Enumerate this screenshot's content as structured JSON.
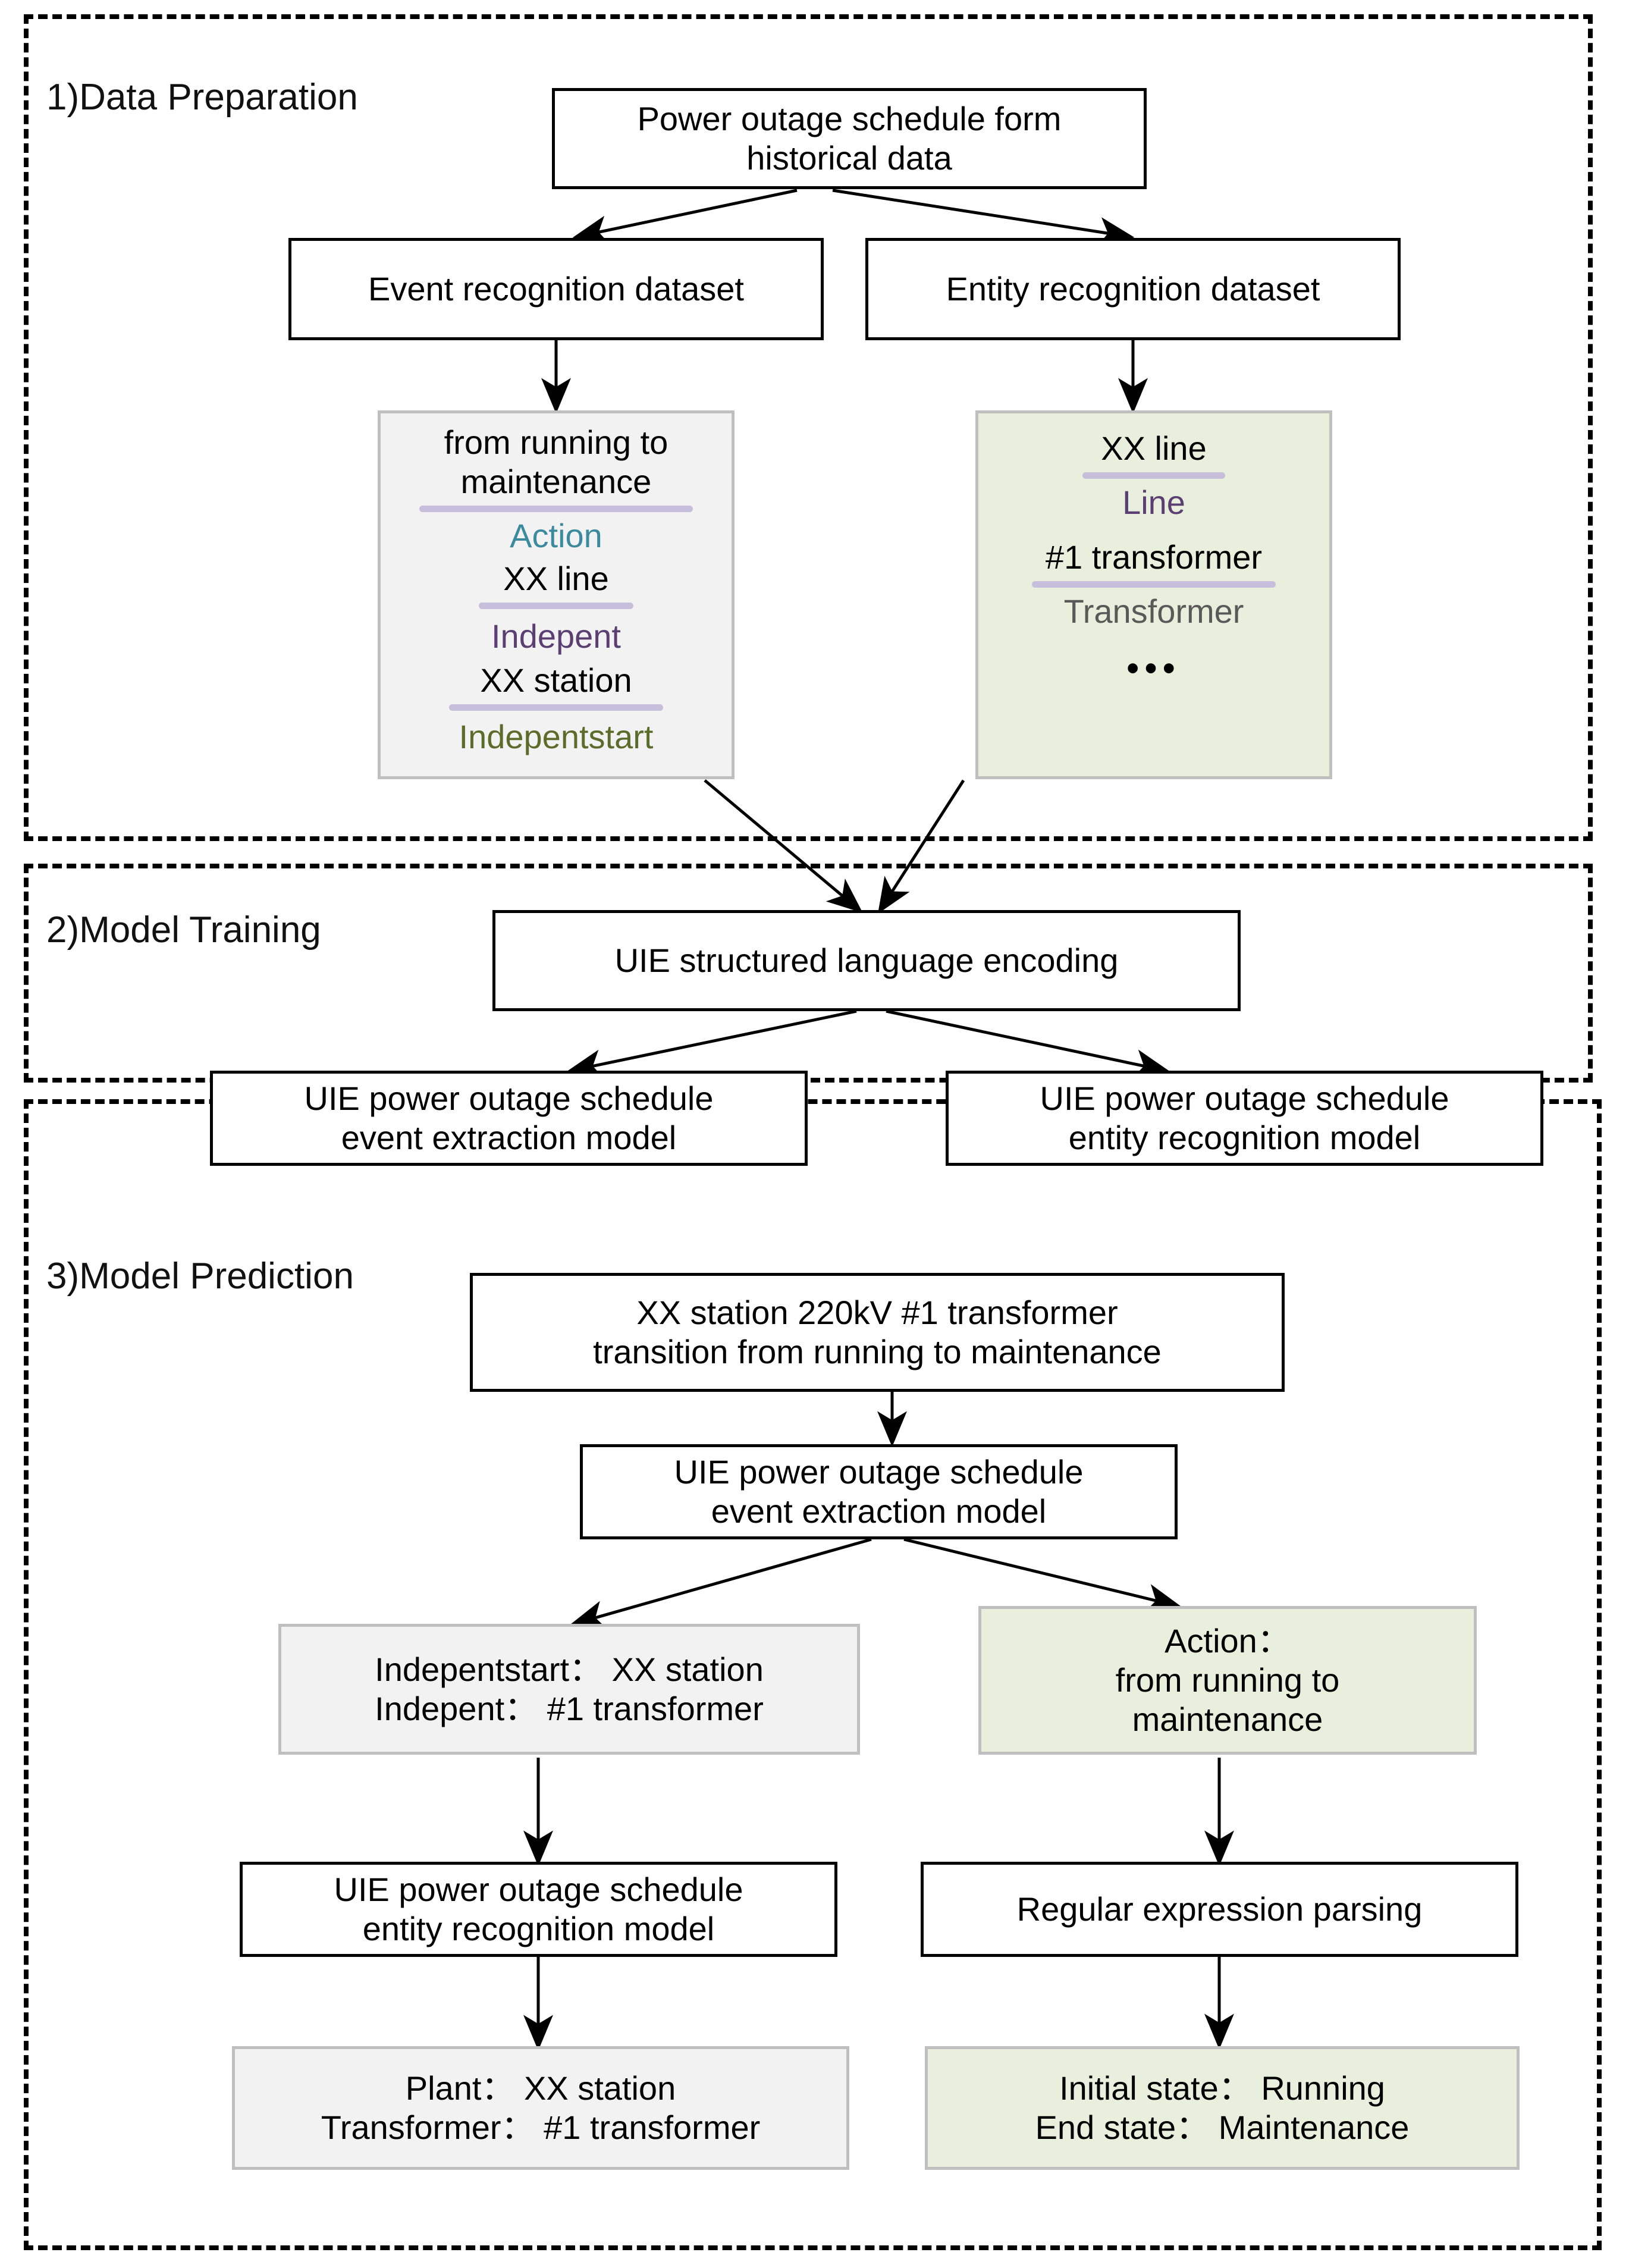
{
  "sections": [
    {
      "id": "data-preparation",
      "label": "1)Data Preparation"
    },
    {
      "id": "model-training",
      "label": "2)Model Training"
    },
    {
      "id": "model-prediction",
      "label": "3)Model Prediction"
    }
  ],
  "section1": {
    "source_box": {
      "line1": "Power outage schedule form",
      "line2": "historical data"
    },
    "event_dataset": "Event recognition dataset",
    "entity_dataset": "Entity recognition dataset",
    "event_sample": {
      "text1_line1": "from running to",
      "text1_line2": "maintenance",
      "label1": "Action",
      "text2": "XX line",
      "label2": "Indepent",
      "text3": "XX station",
      "label3": "Indepentstart"
    },
    "entity_sample": {
      "text1": "XX line",
      "label1": "Line",
      "text2": "#1 transformer",
      "label2": "Transformer",
      "ellipsis": "•••"
    }
  },
  "section2": {
    "encoder": "UIE structured language encoding",
    "event_model": {
      "line1": "UIE power outage schedule",
      "line2": "event extraction model"
    },
    "entity_model": {
      "line1": "UIE power outage schedule",
      "line2": "entity recognition model"
    }
  },
  "section3": {
    "input": {
      "line1": "XX station 220kV #1 transformer",
      "line2": "transition from running to maintenance"
    },
    "event_model": {
      "line1": "UIE power outage schedule",
      "line2": "event extraction model"
    },
    "event_result": {
      "line1": "Indepentstart： XX station",
      "line2": "Indepent： #1 transformer"
    },
    "action_result": {
      "line1": "Action：",
      "line2": "from running to",
      "line3": "maintenance"
    },
    "entity_model": {
      "line1": "UIE power outage schedule",
      "line2": "entity recognition model"
    },
    "regex": "Regular expression parsing",
    "entity_result": {
      "line1": "Plant： XX station",
      "line2": "Transformer： #1 transformer"
    },
    "state_result": {
      "line1": "Initial state： Running",
      "line2": "End state： Maintenance"
    }
  },
  "colors": {
    "gray_fill": "#F2F2F2",
    "green_fill": "#E8EFDC",
    "box_stroke": "#BFBFBF",
    "action_label": "#3C8A9E",
    "indepent_label": "#5B3F72",
    "indepentstart_label": "#5A6B2A",
    "transformer_label": "#595959",
    "underline": "#C6BEDA",
    "edge": "#000000"
  }
}
